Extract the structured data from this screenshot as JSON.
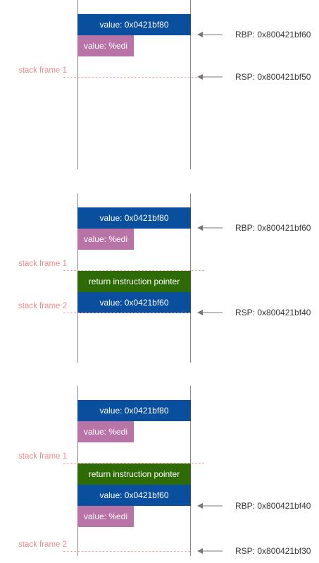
{
  "panels": [
    {
      "blocks": [
        {
          "text": "value: 0x0421bf80",
          "color": "blue"
        },
        {
          "text": "value: %edi",
          "color": "pink"
        }
      ],
      "frames": [
        {
          "label": "stack frame 1"
        }
      ],
      "registers": [
        {
          "label": "RBP: 0x800421bf60"
        },
        {
          "label": "RSP: 0x800421bf50"
        }
      ]
    },
    {
      "blocks": [
        {
          "text": "value: 0x0421bf80",
          "color": "blue"
        },
        {
          "text": "value: %edi",
          "color": "pink"
        },
        {
          "text": "return instruction pointer",
          "color": "green"
        },
        {
          "text": "value: 0x0421bf60",
          "color": "blue"
        }
      ],
      "frames": [
        {
          "label": "stack frame 1"
        },
        {
          "label": "stack frame 2"
        }
      ],
      "registers": [
        {
          "label": "RBP: 0x800421bf60"
        },
        {
          "label": "RSP: 0x800421bf40"
        }
      ]
    },
    {
      "blocks": [
        {
          "text": "value: 0x0421bf80",
          "color": "blue"
        },
        {
          "text": "value: %edi",
          "color": "pink"
        },
        {
          "text": "return instruction pointer",
          "color": "green"
        },
        {
          "text": "value: 0x0421bf60",
          "color": "blue"
        },
        {
          "text": "value: %edi",
          "color": "pink"
        }
      ],
      "frames": [
        {
          "label": "stack frame 1"
        },
        {
          "label": "stack frame 2"
        }
      ],
      "registers": [
        {
          "label": "RBP: 0x800421bf40"
        },
        {
          "label": "RSP: 0x800421bf30"
        }
      ]
    }
  ]
}
